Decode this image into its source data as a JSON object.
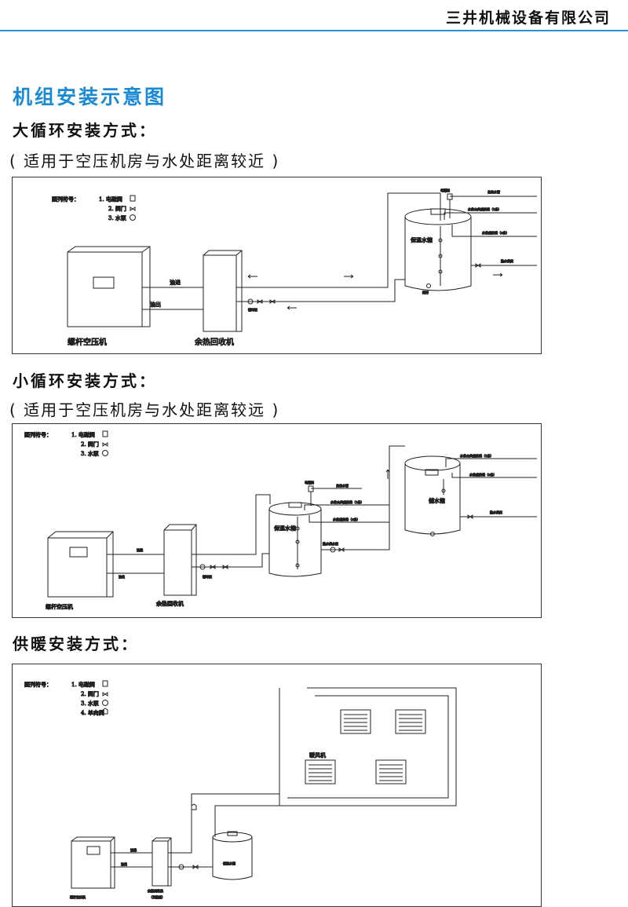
{
  "header": {
    "company": "三井机械设备有限公司"
  },
  "page_title": "机组安装示意图",
  "legend": {
    "title": "图列符号：",
    "items": [
      "1. 电磁阀",
      "2. 阀门",
      "3. 水泵",
      "4. 单向阀"
    ]
  },
  "sections": [
    {
      "title": "大循环安装方式：",
      "subtitle": "( 适用于空压机房与水处距离较近 )",
      "labels": {
        "compressor": "螺杆空压机",
        "recovery": "余热回收机",
        "oil_in": "油进",
        "oil_out": "油出",
        "pump": "循环泵",
        "tank": "保温水箱",
        "solenoid": "电磁阀",
        "tap_water": "自来水管",
        "level_common": "水位公共感应线（1条）",
        "level_sense": "水位感应线（3条）",
        "hot_out": "热水供应",
        "drain": "排污"
      }
    },
    {
      "title": "小循环安装方式：",
      "subtitle": "( 适用于空压机房与水处距离较远 )",
      "labels": {
        "compressor": "螺杆空压机",
        "recovery": "余热回收机",
        "oil_in": "油进",
        "oil_out": "油出",
        "pump": "循环泵",
        "tank": "保温水箱",
        "storage": "储水箱",
        "solenoid": "电磁阀",
        "tap_water": "自来水管",
        "level_common_a": "水位公共感应线（1条）",
        "level_sense_a": "水位感应线（3条）",
        "level_common_b": "水位公共感应线（1条）",
        "level_sense_b": "水位感应线（3条）",
        "hot_pump": "热水供水泵",
        "hot_out": "热水供应"
      }
    },
    {
      "title": "供暖安装方式：",
      "labels": {
        "compressor": "螺杆空压机",
        "recovery_a": "余热回收机",
        "recovery_b": "（直热型）",
        "oil_in": "油进",
        "oil_out": "油出",
        "tank": "保温水箱",
        "heater": "暖风机"
      }
    }
  ]
}
